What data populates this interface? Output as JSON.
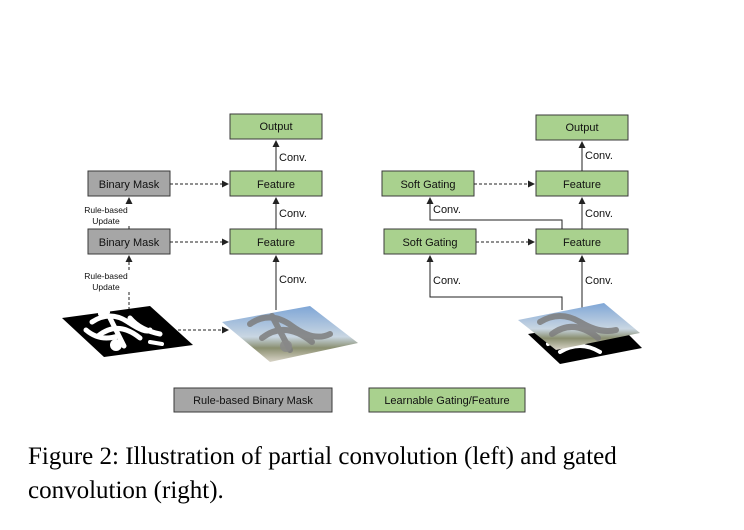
{
  "colors": {
    "gray_box": "#a6a6a6",
    "green_box": "#a9d18e",
    "border": "#3a3a3a"
  },
  "left": {
    "output": "Output",
    "feature": "Feature",
    "binary_mask": "Binary Mask",
    "conv": "Conv.",
    "update_line1": "Rule-based",
    "update_line2": "Update"
  },
  "right": {
    "output": "Output",
    "feature": "Feature",
    "soft_gating": "Soft Gating",
    "conv": "Conv."
  },
  "legend": {
    "gray": "Rule-based Binary Mask",
    "green": "Learnable Gating/Feature"
  },
  "caption": "Figure 2: Illustration of partial convolution (left) and gated convolution (right)."
}
